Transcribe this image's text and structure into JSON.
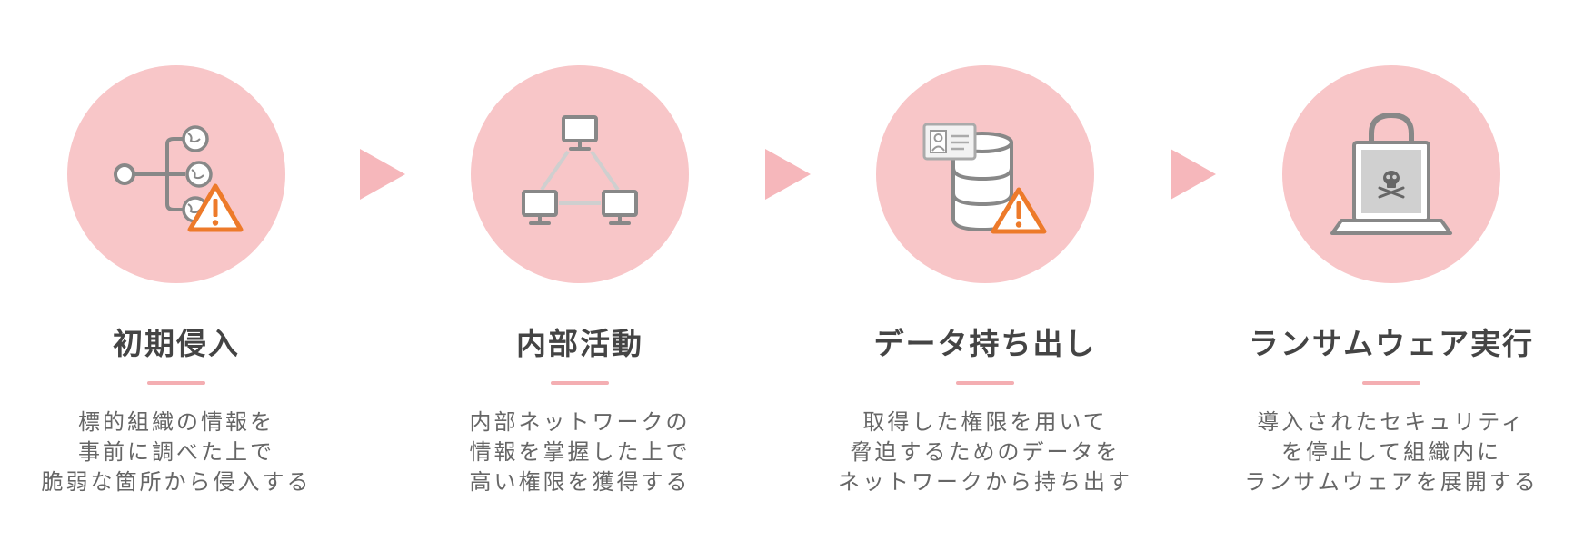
{
  "colors": {
    "circle": "#f8c6c8",
    "accent": "#f4aeb2",
    "arrow": "#f6b7bb",
    "icon_gray": "#888888",
    "warning": "#ed7a2a"
  },
  "stages": [
    {
      "title": "初期侵入",
      "icon": "network-warning-icon",
      "description": [
        "標的組織の情報を",
        "事前に調べた上で",
        "脆弱な箇所から侵入する"
      ]
    },
    {
      "title": "内部活動",
      "icon": "computer-network-icon",
      "description": [
        "内部ネットワークの",
        "情報を掌握した上で",
        "高い権限を獲得する"
      ]
    },
    {
      "title": "データ持ち出し",
      "icon": "database-warning-icon",
      "description": [
        "取得した権限を用いて",
        "脅迫するためのデータを",
        "ネットワークから持ち出す"
      ]
    },
    {
      "title": "ランサムウェア実行",
      "icon": "locked-laptop-skull-icon",
      "description": [
        "導入されたセキュリティ",
        "を停止して組織内に",
        "ランサムウェアを展開する"
      ]
    }
  ]
}
